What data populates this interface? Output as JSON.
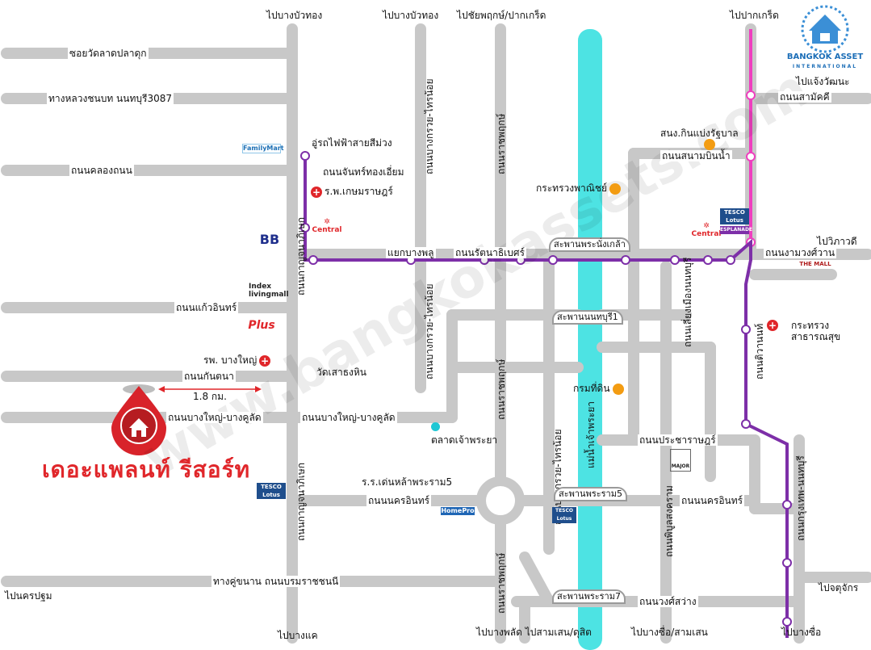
{
  "brand": {
    "name": "BANGKOK ASSET",
    "sub": "INTERNATIONAL"
  },
  "watermark": "www.bangkokassets.com",
  "property": {
    "title": "เดอะแพลนท์ รีสอร์ท",
    "distance": "1.8 กม."
  },
  "river": {
    "label": "แม่น้ำเจ้าพระยา",
    "color": "#4de3e3"
  },
  "colors": {
    "road": "#c8c8c8",
    "purple_line": "#7d2fa8",
    "pink_line": "#ef3fbf",
    "accent": "#e0262a"
  },
  "labels": {
    "top_bangbuathong_1": "ไปบางบัวทอง",
    "top_bangbuathong_2": "ไปบางบัวทอง",
    "top_chaiyaphruek": "ไปชัยพฤกษ์/ปากเกร็ด",
    "top_pakkret": "ไปปากเกร็ด",
    "soi_watladpladuk": "ซอยวัดลาดปลาดุก",
    "highway_3087": "ทางหลวงชนบท นนทบุรี3087",
    "klongthanon": "ถนนคลองถนน",
    "kaewin": "ถนนแก้วอินทร์",
    "kanthana": "ถนนกันตนา",
    "bangyai_bangkhlat_left": "ถนนบางใหญ่-บางคูลัด",
    "bangyai_bangkhlat_mid": "ถนนบางใหญ่-บางคูลัด",
    "depot": "อู่รถไฟฟ้าสายสีม่วง",
    "chanthongiam": "ถนนจันทร์ทองเอี่ยม",
    "kasemrad": "ร.พ.เกษมราษฎร์",
    "yaek_bangphlu": "แยกบางพลู",
    "rattanathibet": "ถนนรัตนาธิเบศร์",
    "phra_nang_klao": "สะพานพระนั่งเกล้า",
    "nonthaburi1": "สะพานนนทบุรี1",
    "phra_ram5_bridge": "สะพานพระราม5",
    "phra_ram7_bridge": "สะพานพระราม7",
    "commerce": "กระทรวงพาณิชย์",
    "office": "สนง.กินแบ่งรัฐบาล",
    "sanambinnam": "ถนนสนามบินน้ำ",
    "chaengwattana": "ไปแจ้งวัฒนะ",
    "samakkhi": "ถนนสามัคคี",
    "vibhavadi": "ไปวิภาวดี",
    "ngamwongwan": "ถนนงามวงศ์วาน",
    "health_ministry": "กระทรวงสาธารณสุข",
    "tiwanon": "ถนนติวานนท์",
    "liang_mueang": "ถนนเลี่ยงเมืองนนทบุรี",
    "pracharat": "ถนนประชาราษฎร์",
    "nakhon_in_right": "ถนนนครอินทร์",
    "nakhon_in_left": "ถนนนครอินทร์",
    "kru_nai": "ถนนกรุงเทพ-นนทบุรี",
    "phibun_songkhram": "ถนนพิบูลสงคราม",
    "wongsawang": "ถนนวงศ์สว่าง",
    "chatuchak": "ไปจตุจักร",
    "bang_sue": "ไปบางซื่อ",
    "bangsue_samsen": "ไปบางซื่อ/สามเสน",
    "bangphlat_samsen": "ไปบางพลัด ไปสามเสน/ดุสิต",
    "nakhon_pathom": "ไปนครปฐม",
    "bangkhae": "ไปบางแค",
    "kanchanaphisek_1": "ถนนกาญจนาภิเษก",
    "kanchanaphisek_2": "ถนนกาญจนาภิเษก",
    "bangkruai_sainoi_1": "ถนนบางกรวย-ไทรน้อย",
    "bangkruai_sainoi_2": "ถนนบางกรวย-ไทรน้อย",
    "bangkruai_sainoi_3": "ถนนบางกรวย-ไทรน้อย",
    "ratchaphruek_1": "ถนนราชพฤกษ์",
    "ratchaphruek_2": "ถนนราชพฤกษ์",
    "ratchaphruek_3": "ถนนราชพฤกษ์",
    "kuchanan": "ทางคู่ขนาน ถนนบรมราชชนนี",
    "bangyai_hospital": "รพ. บางใหญ่",
    "wat_saothonghin": "วัดเสาธงหิน",
    "chao_phraya_market": "ตลาดเจ้าพระยา",
    "school": "ร.ร.เด่นหล้าพระราม5",
    "land_dept": "กรมที่ดิน",
    "familymart": "FamilyMart",
    "central_1": "Central",
    "central_2": "Central",
    "tesco_1": "TESCO Lotus",
    "tesco_2": "TESCO Lotus",
    "tesco_3": "TESCO Lotus",
    "bb": "BB",
    "index": "Index livingmall",
    "plus": "Plus",
    "homepro": "HomePro",
    "major": "MAJOR",
    "themall": "THE MALL",
    "esplanade": "ESPLANADE"
  }
}
